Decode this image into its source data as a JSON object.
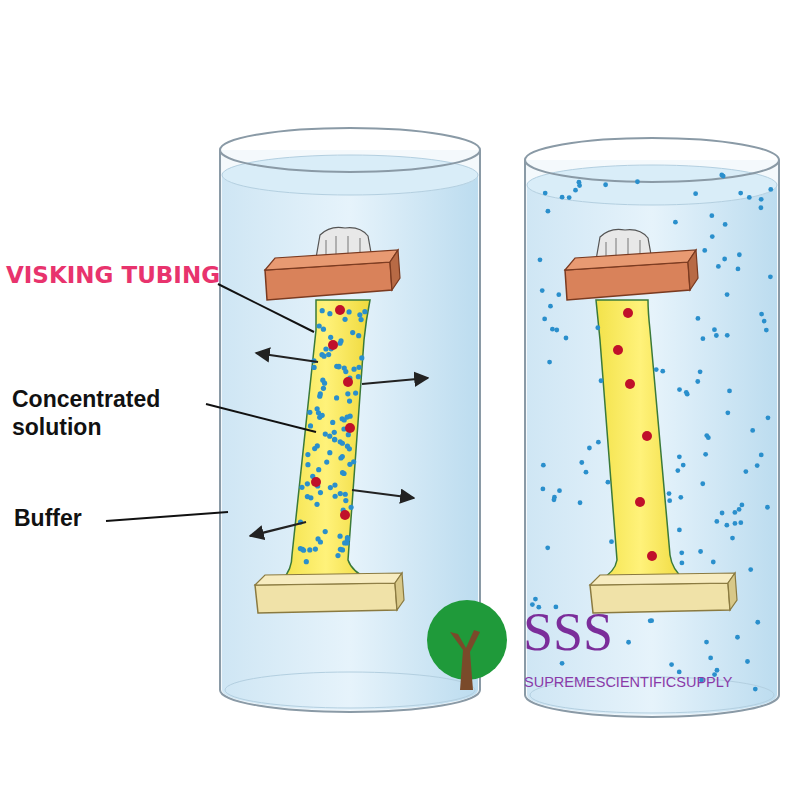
{
  "diagram": {
    "labels": [
      "VISKING TUBING",
      "Concentrated solution",
      "Buffer",
      "SSS",
      "SUPREMESCIENTIFICSUPPLY"
    ]
  }
}
